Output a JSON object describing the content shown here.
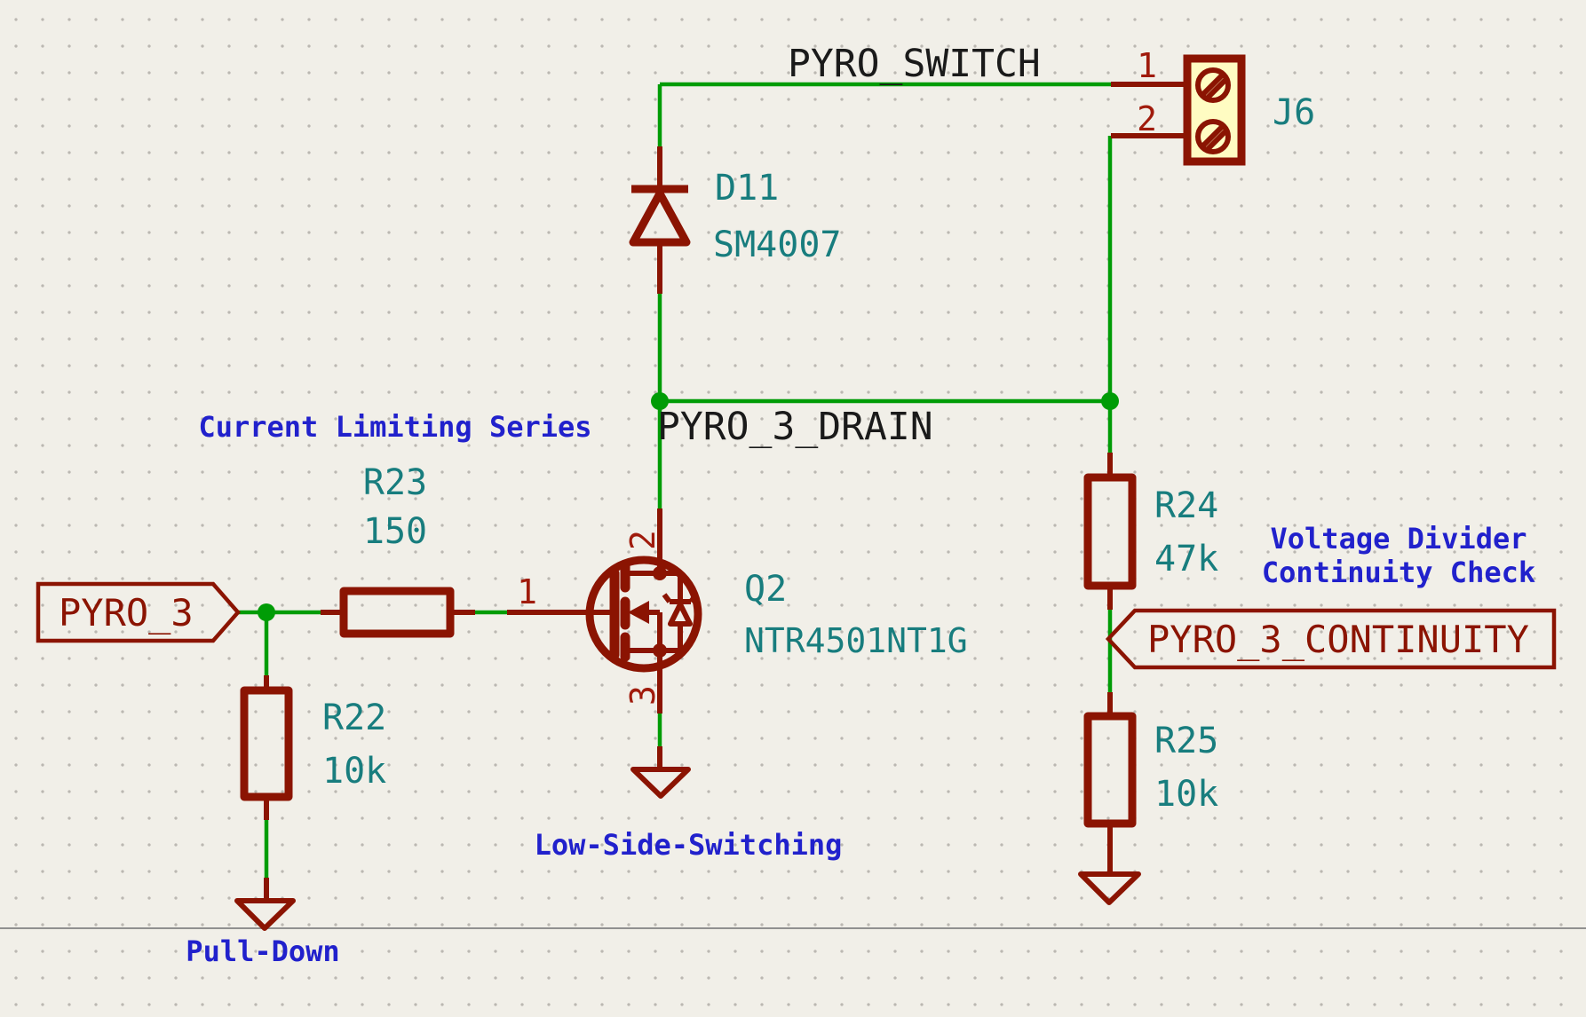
{
  "schematic": {
    "net_labels": {
      "pyro_switch": "PYRO_SWITCH",
      "pyro_3_drain": "PYRO_3_DRAIN"
    },
    "hierarchical_labels": {
      "pyro_3": "PYRO_3",
      "pyro_3_continuity": "PYRO_3_CONTINUITY"
    },
    "components": {
      "d11": {
        "ref": "D11",
        "value": "SM4007"
      },
      "j6": {
        "ref": "J6",
        "pins": [
          "1",
          "2"
        ]
      },
      "q2": {
        "ref": "Q2",
        "value": "NTR4501NT1G",
        "pins": [
          "1",
          "2",
          "3"
        ]
      },
      "r22": {
        "ref": "R22",
        "value": "10k"
      },
      "r23": {
        "ref": "R23",
        "value": "150"
      },
      "r24": {
        "ref": "R24",
        "value": "47k"
      },
      "r25": {
        "ref": "R25",
        "value": "10k"
      }
    },
    "comments": {
      "current_limiting": "Current Limiting Series",
      "voltage_divider_line1": "Voltage Divider",
      "voltage_divider_line2": "Continuity Check",
      "low_side": "Low-Side-Switching",
      "pull_down": "Pull-Down"
    },
    "colors": {
      "wire_green": "#009C06",
      "component_red": "#8B1402",
      "reference_teal": "#187D7E",
      "comment_blue": "#2121CC",
      "net_label_black": "#1A1A1A",
      "pin_number_red": "#A01B0C",
      "connector_fill_yellow": "#FFFCC2",
      "background": "#F1EFE8",
      "grid_dot": "#BBB8B2"
    }
  }
}
